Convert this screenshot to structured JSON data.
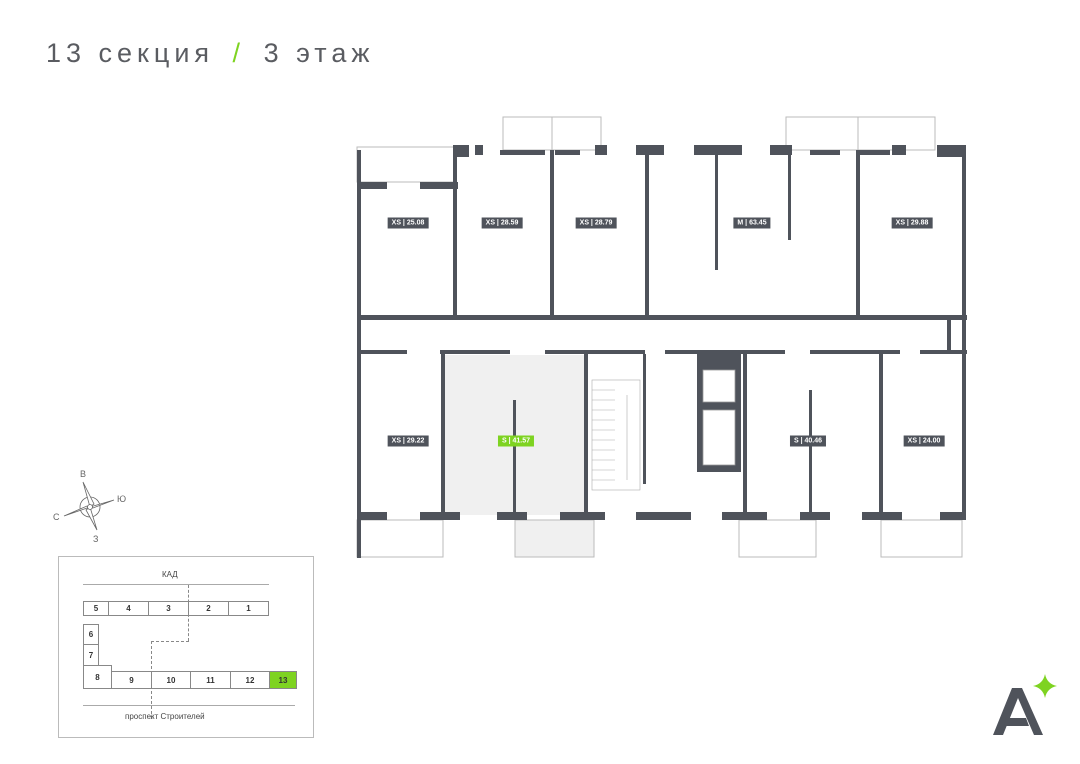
{
  "header": {
    "section": "13 секция",
    "separator": "/",
    "floor": "3 этаж"
  },
  "apartments": [
    {
      "label": "XS | 25.08",
      "selected": false
    },
    {
      "label": "XS | 28.59",
      "selected": false
    },
    {
      "label": "XS | 28.79",
      "selected": false
    },
    {
      "label": "M | 63.45",
      "selected": false
    },
    {
      "label": "XS | 29.88",
      "selected": false
    },
    {
      "label": "XS | 29.22",
      "selected": false
    },
    {
      "label": "S | 41.57",
      "selected": true
    },
    {
      "label": "S | 40.46",
      "selected": false
    },
    {
      "label": "XS | 24.00",
      "selected": false
    }
  ],
  "compass": {
    "north": "В",
    "south": "З",
    "west": "С",
    "east": "Ю"
  },
  "site_plan": {
    "top_road": "КАД",
    "bottom_road": "проспект Строителей",
    "sections": [
      "1",
      "2",
      "3",
      "4",
      "5",
      "6",
      "7",
      "8",
      "9",
      "10",
      "11",
      "12",
      "13"
    ],
    "active_section": "13"
  },
  "colors": {
    "accent": "#7ed321",
    "wall": "#4f535b",
    "selected_fill": "#f0f0f0"
  }
}
